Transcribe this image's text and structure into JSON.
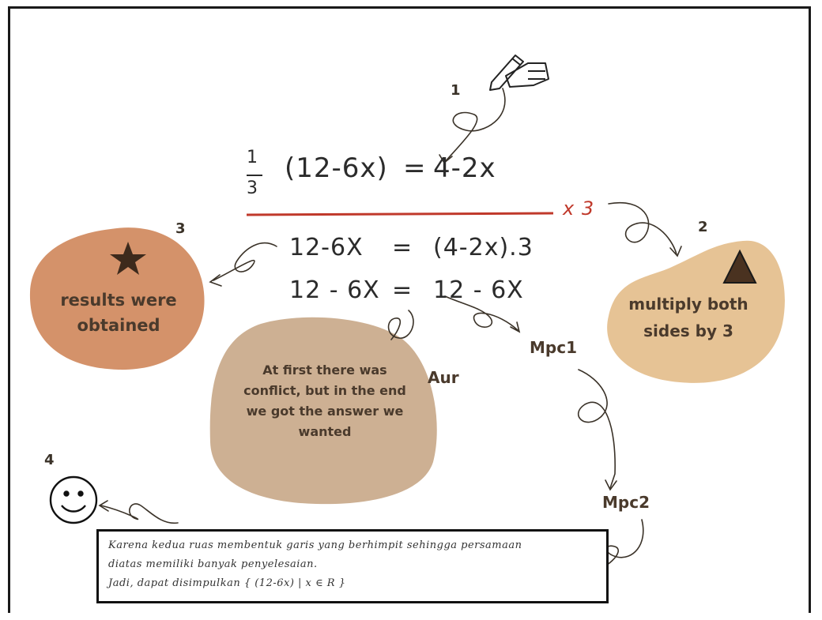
{
  "steps": {
    "s1": "1",
    "s2": "2",
    "s3": "3",
    "s4": "4"
  },
  "equations": {
    "frac_num": "1",
    "frac_den": "3",
    "line1_left": "(12-6x)",
    "line1_eq": "=",
    "line1_right": "4-2x",
    "multiplier": "x 3",
    "line2_left": "12-6X",
    "line2_eq": "=",
    "line2_right": "(4-2x).3",
    "line3_left": "12 - 6X",
    "line3_eq": "=",
    "line3_right": "12 - 6X"
  },
  "blobs": {
    "results": "results were obtained",
    "multiply": "multiply both sides by 3",
    "conflict": "At first there was conflict, but in the end we got the answer we wanted"
  },
  "labels": {
    "aur": "Aur",
    "mpc1": "Mpc1",
    "mpc2": "Mpc2"
  },
  "note": {
    "line1": "Karena kedua ruas membentuk garis yang berhimpit sehingga persamaan",
    "line2": "diatas memiliki banyak penyelesaian.",
    "line3": "Jadi, dapat disimpulkan { (12-6x) | x ∈ R }"
  },
  "colors": {
    "orange_blob": "#d4926a",
    "tan_blob": "#e6c395",
    "brown_blob": "#cdb093",
    "red_line": "#c0392b",
    "text_brown": "#4a3a2c"
  },
  "icons": [
    "pencil-hand-icon",
    "star-icon",
    "triangle-icon",
    "smiley-icon"
  ]
}
